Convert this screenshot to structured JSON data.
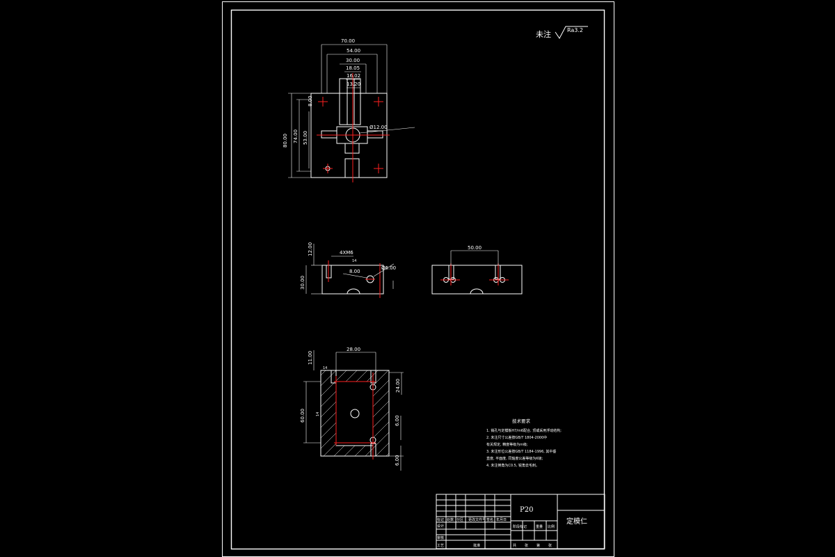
{
  "colors": {
    "background": "#000000",
    "line": "#ffffff",
    "center_line": "#ff2020"
  },
  "surface_note": {
    "text": "未注",
    "roughness": "Ra3.2"
  },
  "top_view": {
    "dims": {
      "w70": "70.00",
      "w54": "54.00",
      "w30": "30.00",
      "w18": "18.05",
      "w16": "16.02",
      "w13": "13.20",
      "h80": "80.00",
      "h74": "74.00",
      "h53": "53.00",
      "h8": "8.00",
      "dia": "Ø12.00"
    }
  },
  "side_view": {
    "dims": {
      "h12": "12.00",
      "h30": "30.00",
      "thread": "4XM6",
      "d8": "8.00",
      "d6": "Ø6.00",
      "a": "14"
    }
  },
  "front_view": {
    "dims": {
      "w50": "50.00"
    }
  },
  "section_view": {
    "dims": {
      "w28": "28.00",
      "h11": "11.00",
      "h24": "24.00",
      "h60": "60.00",
      "h6a": "6.00",
      "h6b": "6.00",
      "a1": "14",
      "a2": "14"
    }
  },
  "tech_notes": {
    "title": "技术要求",
    "lines": [
      "1. 销孔与定模板H7/m6配合, 顶或采用浮动结构;",
      "2. 未注尺寸公差按GB/T 1804-2000中",
      "   有关规定, 精度等级为m级;",
      "3. 未注形位公差按GB/T 1184-1996, 其中垂",
      "   直度, 平面度, 同轴度公差等级为K级;",
      "4. 未注倒角为C0.5, 锐角去毛刺。"
    ]
  },
  "title_block": {
    "material": "P20",
    "part_name": "定模仁",
    "col_labels": [
      "标记",
      "处数",
      "分区",
      "更改文件号",
      "签名",
      "年月日"
    ],
    "row_labels": [
      "设计",
      "审核",
      "工艺",
      "批准"
    ],
    "stage_labels": [
      "阶段标记",
      "重量",
      "比例"
    ],
    "sheet_labels": [
      "共",
      "张",
      "第",
      "张"
    ]
  }
}
